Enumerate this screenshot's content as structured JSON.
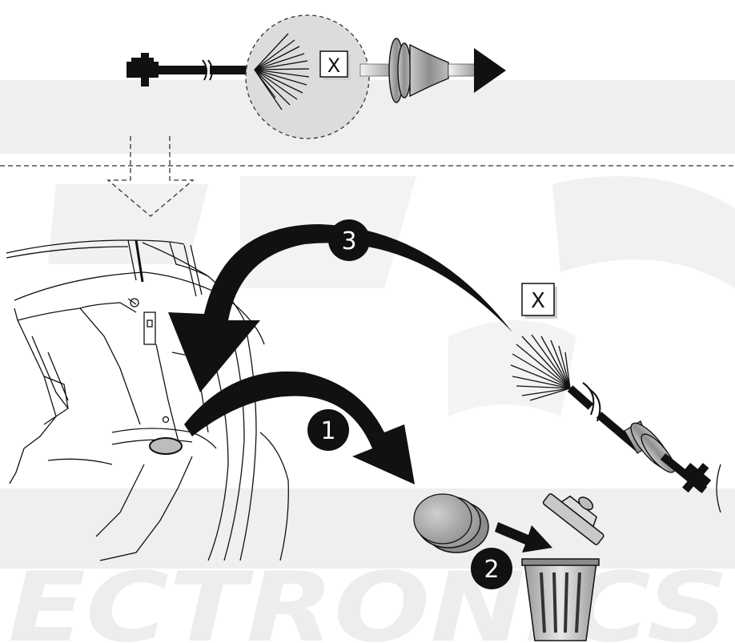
{
  "wire_label_top": "X",
  "wire_label_right": "X",
  "steps": [
    {
      "number": "1"
    },
    {
      "number": "2"
    },
    {
      "number": "3"
    }
  ],
  "watermark_text": "ECTRONICS",
  "colors": {
    "ink": "#111111",
    "callout_fill": "#dcdcdc",
    "watermark": "#eeeeee",
    "grommet": "#b8b8b8",
    "plug": "#a9a9a9"
  }
}
